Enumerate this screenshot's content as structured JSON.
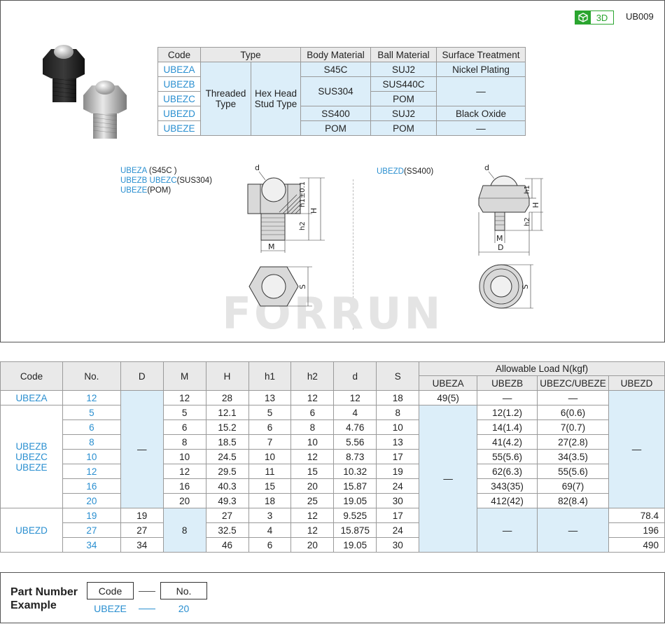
{
  "header": {
    "badge_3d": "3D",
    "page_code": "UB009"
  },
  "material_table": {
    "headers": [
      "Code",
      "Type",
      "Body Material",
      "Ball Material",
      "Surface Treatment"
    ],
    "type_col1": [
      "Threaded",
      "Type"
    ],
    "type_col2": [
      "Hex Head",
      "Stud Type"
    ],
    "rows": [
      {
        "code": "UBEZA",
        "body": "S45C",
        "ball": "SUJ2",
        "surface": "Nickel Plating"
      },
      {
        "code": "UBEZB",
        "body": "SUS304",
        "ball": "SUS440C",
        "surface": "—"
      },
      {
        "code": "UBEZC",
        "ball": "POM"
      },
      {
        "code": "UBEZD",
        "body": "SS400",
        "ball": "SUJ2",
        "surface": "Black Oxide"
      },
      {
        "code": "UBEZE",
        "body": "POM",
        "ball": "POM",
        "surface": "—"
      }
    ]
  },
  "drawings": {
    "left_labels": [
      {
        "code": "UBEZA",
        "mat": " (S45C )"
      },
      {
        "code": "UBEZB UBEZC",
        "mat": "(SUS304)"
      },
      {
        "code": "UBEZE",
        "mat": "(POM)"
      }
    ],
    "right_label": {
      "code": "UBEZD",
      "mat": "(SS400)"
    },
    "dim_labels": {
      "d": "d",
      "h1": "h1",
      "h1_tol": "h1±0.1",
      "h2": "h2",
      "H": "H",
      "M": "M",
      "D": "D",
      "S": "S"
    },
    "watermark": "FORRUN"
  },
  "data_table": {
    "headers": [
      "Code",
      "No.",
      "D",
      "M",
      "H",
      "h1",
      "h2",
      "d",
      "S"
    ],
    "load_header": "Allowable Load N(kgf)",
    "load_sub": [
      "UBEZA",
      "UBEZB",
      "UBEZC/UBEZE",
      "UBEZD"
    ],
    "dash": "—",
    "group_a": {
      "code": "UBEZA",
      "rows": [
        {
          "no": "12",
          "M": "12",
          "H": "28",
          "h1": "13",
          "h2": "12",
          "d": "12",
          "S": "18",
          "loadA": "49(5)",
          "loadB": "—",
          "loadCE": "—"
        }
      ]
    },
    "group_bce": {
      "codes": [
        "UBEZB",
        "UBEZC",
        "UBEZE"
      ],
      "rows": [
        {
          "no": "5",
          "M": "5",
          "H": "12.1",
          "h1": "5",
          "h2": "6",
          "d": "4",
          "S": "8",
          "loadB": "12(1.2)",
          "loadCE": "6(0.6)"
        },
        {
          "no": "6",
          "M": "6",
          "H": "15.2",
          "h1": "6",
          "h2": "8",
          "d": "4.76",
          "S": "10",
          "loadB": "14(1.4)",
          "loadCE": "7(0.7)"
        },
        {
          "no": "8",
          "M": "8",
          "H": "18.5",
          "h1": "7",
          "h2": "10",
          "d": "5.56",
          "S": "13",
          "loadB": "41(4.2)",
          "loadCE": "27(2.8)"
        },
        {
          "no": "10",
          "M": "10",
          "H": "24.5",
          "h1": "10",
          "h2": "12",
          "d": "8.73",
          "S": "17",
          "loadB": "55(5.6)",
          "loadCE": "34(3.5)"
        },
        {
          "no": "12",
          "M": "12",
          "H": "29.5",
          "h1": "11",
          "h2": "15",
          "d": "10.32",
          "S": "19",
          "loadB": "62(6.3)",
          "loadCE": "55(5.6)"
        },
        {
          "no": "16",
          "M": "16",
          "H": "40.3",
          "h1": "15",
          "h2": "20",
          "d": "15.87",
          "S": "24",
          "loadB": "343(35)",
          "loadCE": "69(7)"
        },
        {
          "no": "20",
          "M": "20",
          "H": "49.3",
          "h1": "18",
          "h2": "25",
          "d": "19.05",
          "S": "30",
          "loadB": "412(42)",
          "loadCE": "82(8.4)"
        }
      ]
    },
    "group_d": {
      "code": "UBEZD",
      "M": "8",
      "rows": [
        {
          "no": "19",
          "D": "19",
          "H": "27",
          "h1": "3",
          "h2": "12",
          "d": "9.525",
          "S": "17",
          "loadD": "78.4"
        },
        {
          "no": "27",
          "D": "27",
          "H": "32.5",
          "h1": "4",
          "h2": "12",
          "d": "15.875",
          "S": "24",
          "loadD": "196"
        },
        {
          "no": "34",
          "D": "34",
          "H": "46",
          "h1": "6",
          "h2": "20",
          "d": "19.05",
          "S": "30",
          "loadD": "490"
        }
      ]
    }
  },
  "part_number": {
    "title_line1": "Part Number",
    "title_line2": "Example",
    "code_label": "Code",
    "no_label": "No.",
    "example_code": "UBEZE",
    "example_no": "20"
  }
}
